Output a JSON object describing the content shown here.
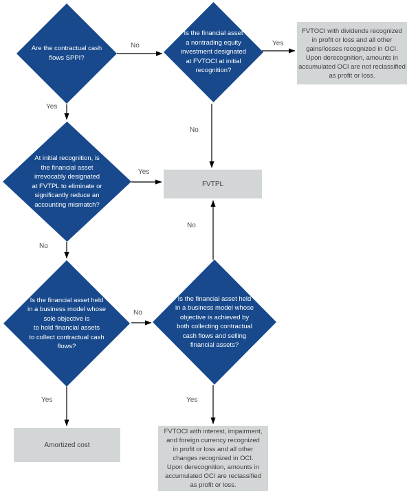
{
  "palette": {
    "diamond_fill": "#17498c",
    "box_fill": "#d3d6d7",
    "diamond_text": "#ffffff",
    "box_text": "#3d3d3c",
    "label_text": "#4b4b4a",
    "connector": "#000000"
  },
  "nodes": {
    "sppi": {
      "text": "Are the contractual cash\nflows SPPI?"
    },
    "nontrading_equity": {
      "text": "Is the financial asset\na nontrading equity\ninvestment designated\nat FVTOCI at initial\nrecognition?"
    },
    "fvtoci_dividends": {
      "text": "FVTOCI with dividends recognized\nin profit or loss and all other\ngains/losses recognized in OCI.\nUpon derecognition, amounts in\naccumulated OCI are not reclassified\nas profit or loss."
    },
    "designated_fvtpl": {
      "text": "At initial recognition, is\nthe financial asset\nirrevocably designated\nat FVTPL to eliminate or\nsignificantly reduce an\naccounting mismatch?"
    },
    "fvtpl": {
      "text": "FVTPL"
    },
    "hold_to_collect": {
      "text": "Is the financial asset held\nin a business model whose\nsole objective is\nto hold financial assets\nto collect contractual cash\nflows?"
    },
    "collect_and_sell": {
      "text": "Is the financial asset held\nin a business model whose\nobjective is achieved by\nboth collecting contractual\ncash flows and selling\nfinancial assets?"
    },
    "amortized_cost": {
      "text": "Amortized cost"
    },
    "fvtoci_interest": {
      "text": "FVTOCI with interest, impairment,\nand foreign currency recognized\nin profit or loss and all other\nchanges recognized in OCI.\nUpon derecognition, amounts in\naccumulated OCI are reclassified\nas profit or loss."
    }
  },
  "labels": {
    "sppi_no": "No",
    "sppi_yes": "Yes",
    "nontrading_yes": "Yes",
    "nontrading_no": "No",
    "designated_yes": "Yes",
    "designated_no": "No",
    "hold_no": "No",
    "hold_yes": "Yes",
    "collect_sell_no": "No",
    "collect_sell_yes": "Yes"
  }
}
